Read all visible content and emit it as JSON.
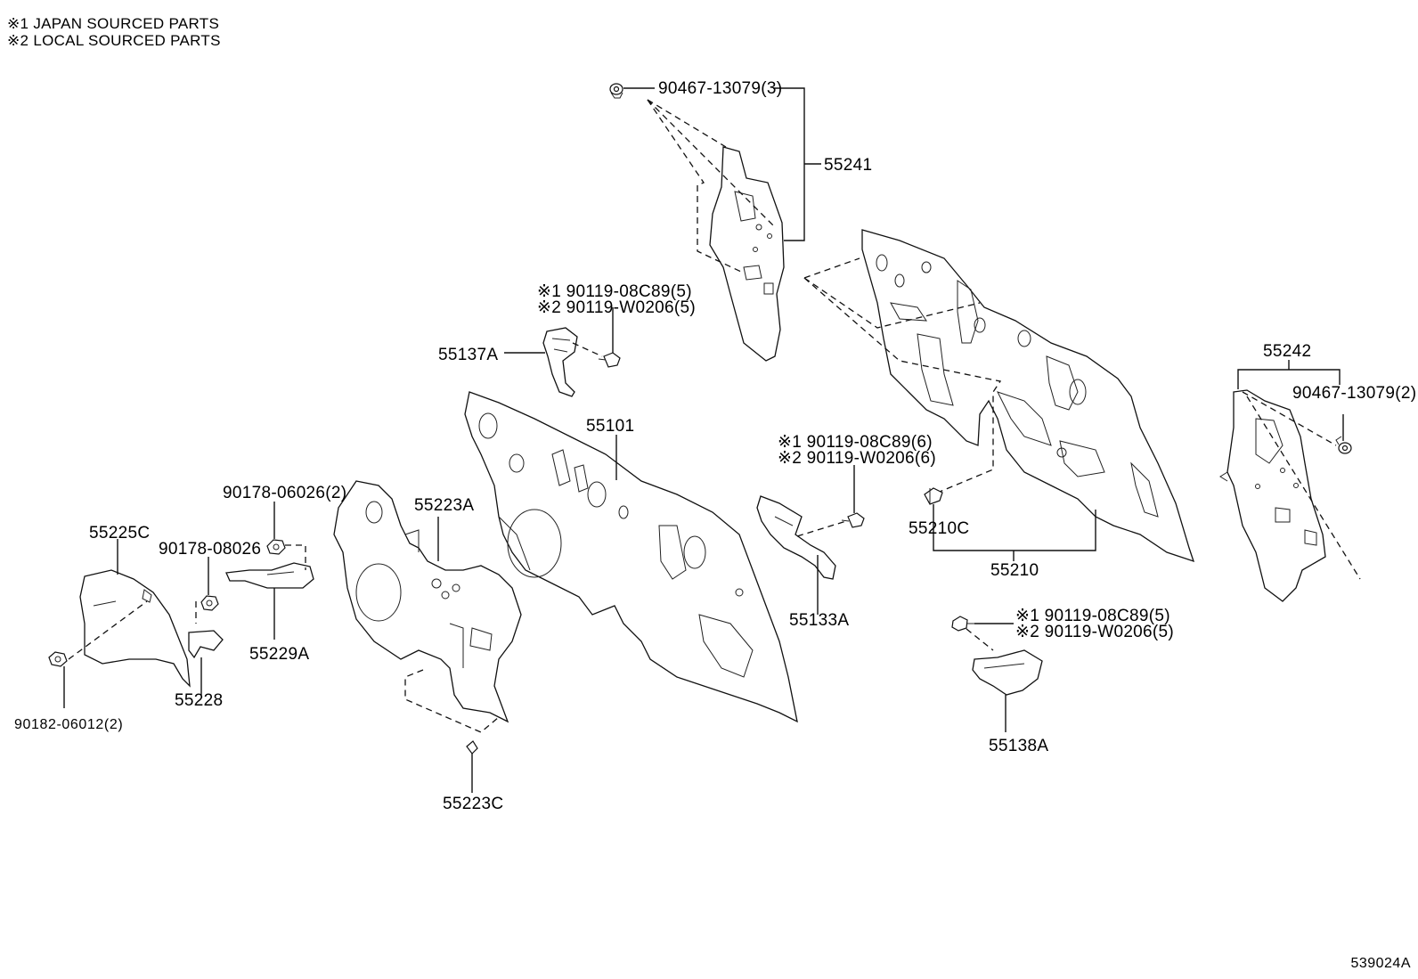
{
  "notes": [
    "※1 JAPAN SOURCED PARTS",
    "※2 LOCAL SOURCED PARTS"
  ],
  "figure_id": "539024A",
  "labels": {
    "p90467_top": "90467-13079(3)",
    "p55241": "55241",
    "p90119_a1": "※1 90119-08C89(5)",
    "p90119_a2": "※2 90119-W0206(5)",
    "p55137A": "55137A",
    "p55101": "55101",
    "p90119_b1": "※1 90119-08C89(6)",
    "p90119_b2": "※2 90119-W0206(6)",
    "p55242": "55242",
    "p90467_right": "90467-13079(2)",
    "p90178_06026": "90178-06026(2)",
    "p55223A": "55223A",
    "p55225C": "55225C",
    "p90178_08026": "90178-08026",
    "p55210C": "55210C",
    "p55210": "55210",
    "p55133A": "55133A",
    "p55229A": "55229A",
    "p90119_c1": "※1 90119-08C89(5)",
    "p90119_c2": "※2 90119-W0206(5)",
    "p55228": "55228",
    "p90182": "90182-06012(2)",
    "p55138A": "55138A",
    "p55223C": "55223C"
  }
}
